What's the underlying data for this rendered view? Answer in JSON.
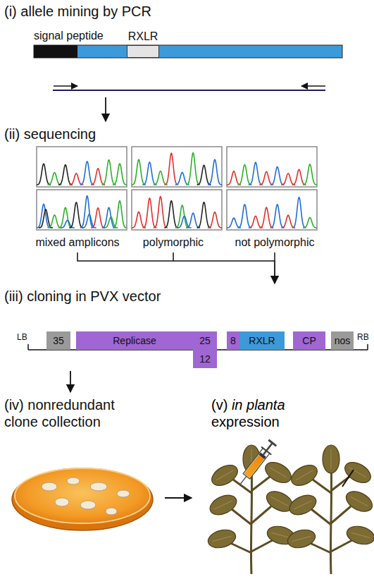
{
  "diagram": {
    "nodes": [
      {
        "text": [
          "signal peptide"
        ]
      },
      {
        "text": [
          "RXLR"
        ]
      },
      {
        "text": [
          "35"
        ]
      },
      {
        "text": [
          "Replicase"
        ]
      },
      {
        "text": [
          "25"
        ]
      },
      {
        "text": [
          "12"
        ]
      },
      {
        "text": [
          "8"
        ]
      },
      {
        "text": [
          "RXLR"
        ]
      },
      {
        "text": [
          "CP"
        ]
      },
      {
        "text": [
          "nos"
        ]
      }
    ],
    "labels": [
      "(i) allele mining by PCR",
      "(ii) sequencing",
      "mixed amplicons",
      "polymorphic",
      "not polymorphic",
      "(iii) cloning in PVX vector",
      "LB",
      "RB",
      "(iv) nonredundant clone collection",
      "(v)",
      "in planta",
      "expression"
    ]
  }
}
